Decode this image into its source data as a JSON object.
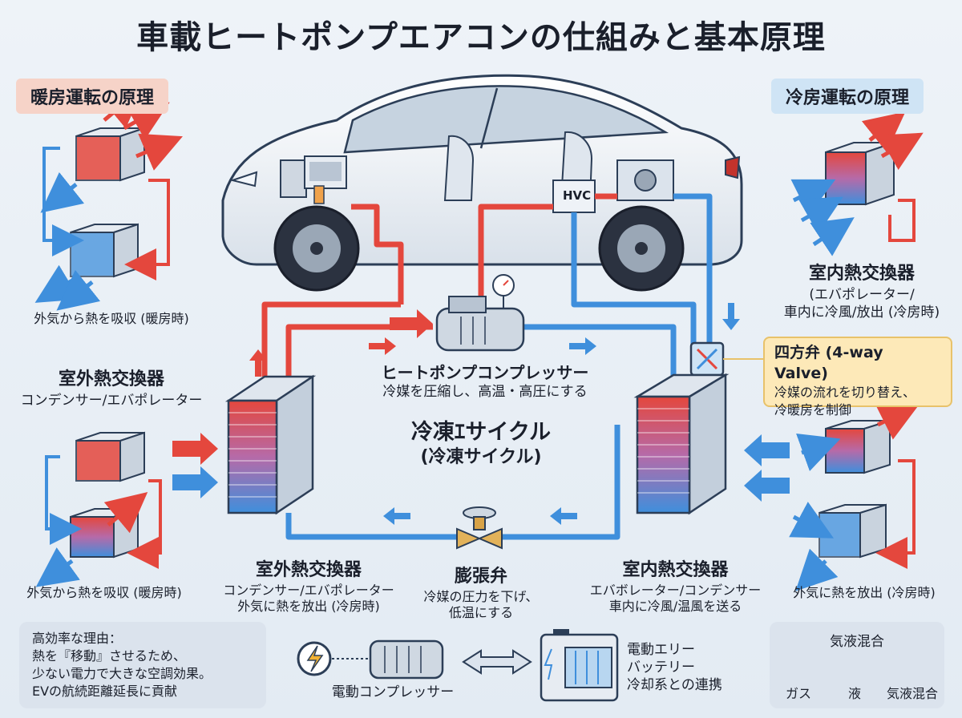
{
  "title": "車載ヒートポンプエアコンの仕組みと基本原理",
  "heating_pill": "暖房運転の原理",
  "cooling_pill": "冷房運転の原理",
  "car_hvc_label": "HVC",
  "left_top_caption": "外気から熱を吸収 (暖房時)",
  "right_top": {
    "title": "室内熱交換器",
    "line1": "(エバポレーター/",
    "line2": "車内に冷風/放出 (冷房時)"
  },
  "left_mid": {
    "title": "室外熱交換器",
    "line1": "コンデンサー/エバポレーター"
  },
  "compressor": {
    "title": "ヒートポンプコンプレッサー",
    "desc": "冷媒を圧縮し、高温・高圧にする"
  },
  "fourway": {
    "title": "四方弁 (4-way Valve)",
    "line1": "冷媒の流れを切り替え、",
    "line2": "冷暖房を制御"
  },
  "cycle": {
    "title": "冷凍ｴサイクル",
    "subtitle": "(冷凍サイクル)"
  },
  "outdoor_bottom": {
    "title": "室外熱交換器",
    "line1": "コンデンサー/エバポレーター",
    "line2": "外気に熱を放出 (冷房時)"
  },
  "expansion": {
    "title": "膨張弁",
    "line1": "冷媒の圧力を下げ、",
    "line2": "低温にする"
  },
  "indoor_bottom": {
    "title": "室内熱交換器",
    "line1": "エバボレーター/コンデンサー",
    "line2": "車内に冷風/温風を送る"
  },
  "left_bottom_caption": "外気から熱を吸収 (暖房時)",
  "right_bottom_caption": "外気に熱を放出 (冷房時)",
  "reason": {
    "line1": "高効率な理由：",
    "line2": "熱を『移動』させるため、",
    "line3": "少ない電力で大きな空調効果。",
    "line4": "EVの航続距離延長に貢献"
  },
  "electric_compressor": "電動コンプレッサー",
  "battery": {
    "line1": "電動エリー",
    "line2": "バッテリー",
    "line3": "冷却系との連携"
  },
  "phase": {
    "title": "気液混合",
    "gas": "ガス",
    "liquid": "液",
    "mixed": "気液混合"
  },
  "colors": {
    "hot": "#e4473d",
    "cold": "#3f8fdc",
    "outline": "#2c3e57"
  }
}
